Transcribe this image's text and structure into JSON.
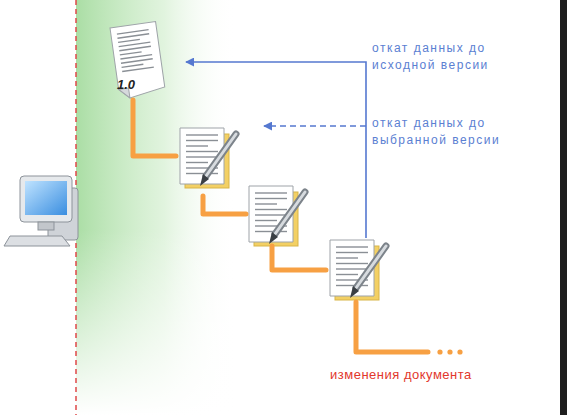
{
  "diagram": {
    "labels": [
      "откат данных до исходной версии",
      "откат данных до выбранной версии",
      "изменения документа",
      "1.0"
    ]
  }
}
